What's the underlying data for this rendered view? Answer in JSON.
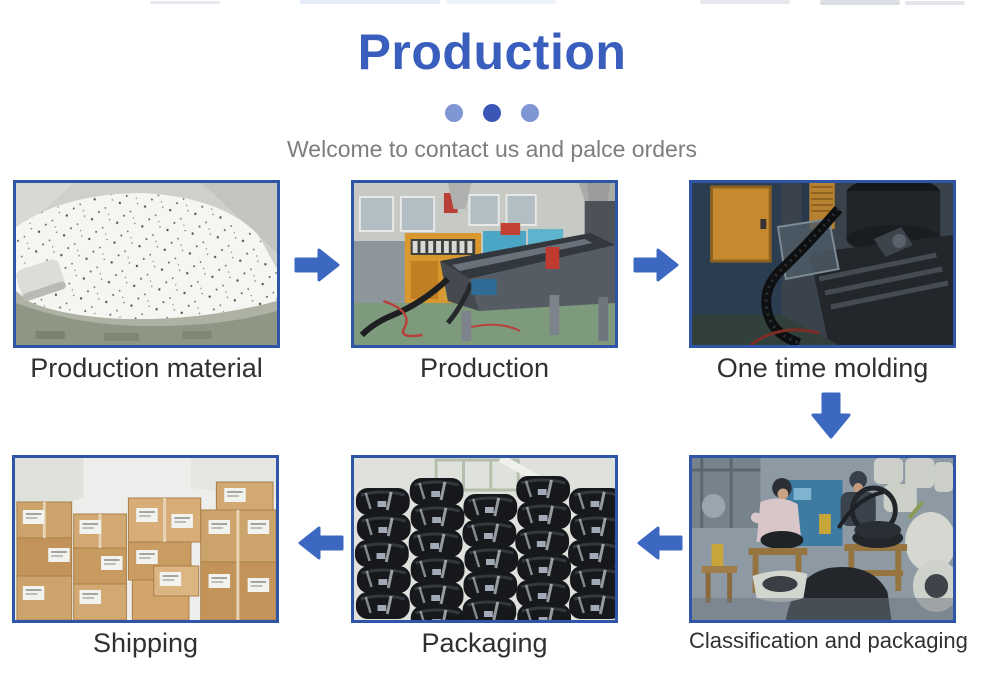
{
  "header": {
    "title": "Production",
    "subtitle": "Welcome to contact us and palce orders"
  },
  "flow": {
    "top_row": [
      {
        "label": "Production material"
      },
      {
        "label": "Production"
      },
      {
        "label": "One time molding"
      }
    ],
    "bottom_row": [
      {
        "label": "Shipping"
      },
      {
        "label": "Packaging"
      },
      {
        "label": "Classification and packaging"
      }
    ]
  },
  "colors": {
    "title_blue": "#3a5ebd",
    "dot_dark": "#3a57b5",
    "dot_light": "#8095d4",
    "subtitle_gray": "#7d7d7d",
    "label_dark": "#303030",
    "border_blue": "#2e55a8",
    "arrow_blue": "#3c68c2"
  }
}
